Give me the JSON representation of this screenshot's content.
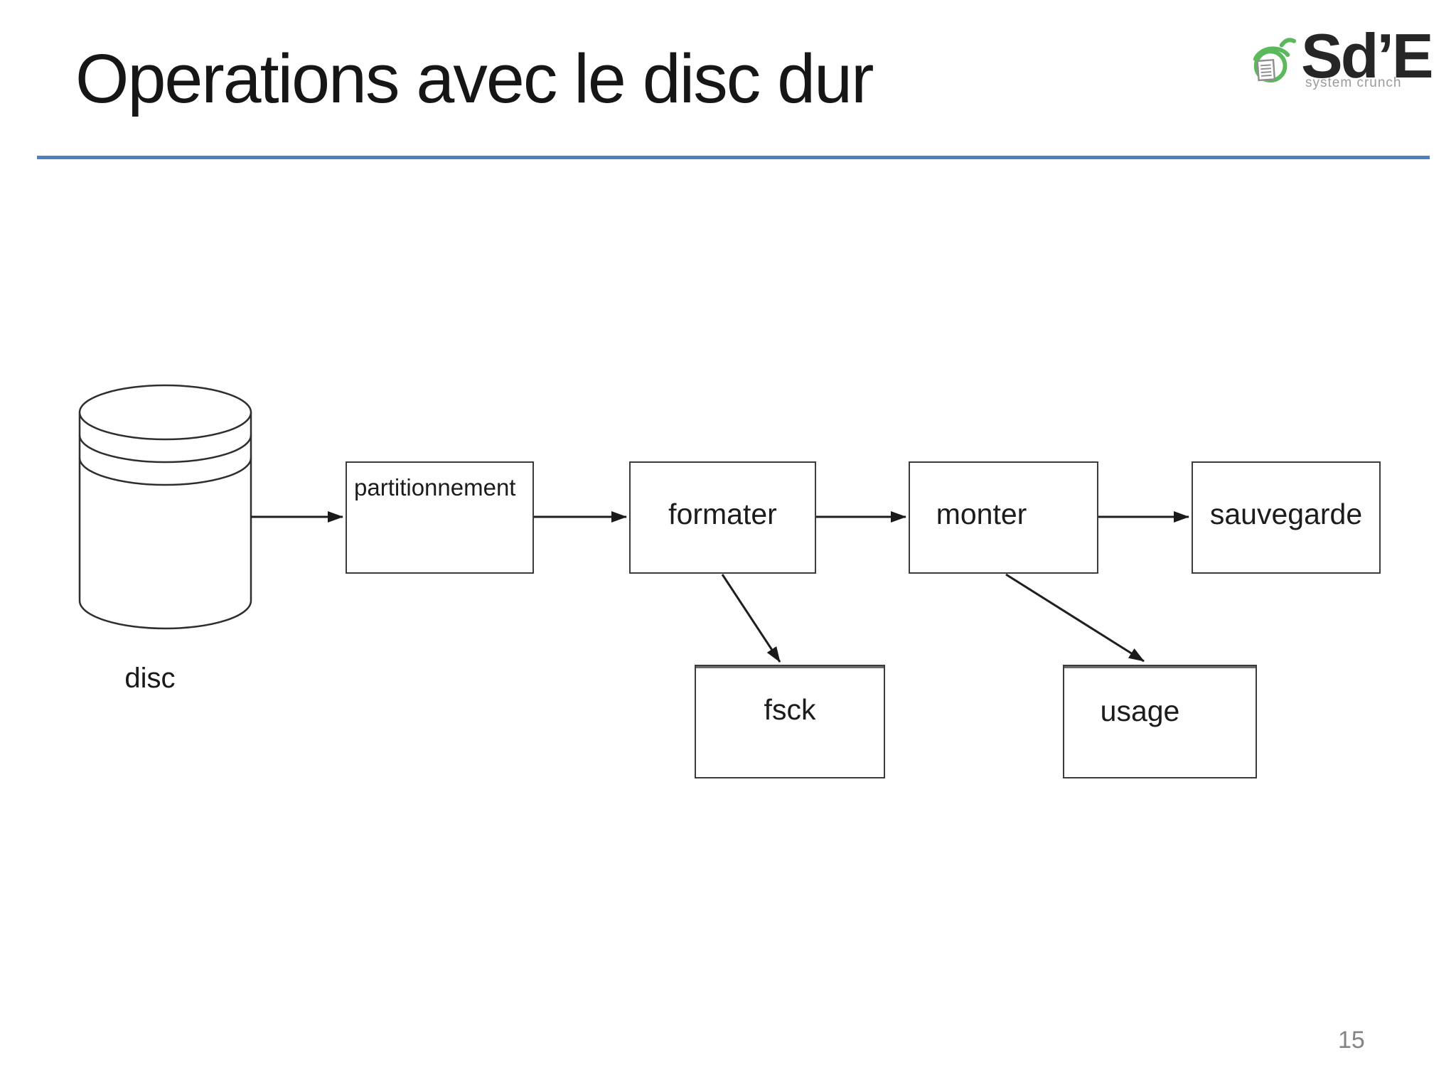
{
  "slide": {
    "title": "Operations avec le disc dur",
    "page_number": "15",
    "accent_color": "#4f81bd",
    "background_color": "#ffffff"
  },
  "logo": {
    "name": "Sd’E",
    "tagline": "system crunch",
    "icon": "acorn-document-icon",
    "icon_color": "#5cb85c",
    "name_color": "#262626",
    "tagline_color": "#9b9b9b"
  },
  "diagram": {
    "source": {
      "label": "disc",
      "shape": "cylinder"
    },
    "nodes": [
      {
        "id": "partitionnement",
        "label": "partitionnement"
      },
      {
        "id": "formater",
        "label": "formater"
      },
      {
        "id": "monter",
        "label": "monter"
      },
      {
        "id": "sauvegarde",
        "label": "sauvegarde"
      },
      {
        "id": "fsck",
        "label": "fsck"
      },
      {
        "id": "usage",
        "label": "usage"
      }
    ],
    "edges": [
      {
        "from": "disc",
        "to": "partitionnement"
      },
      {
        "from": "partitionnement",
        "to": "formater"
      },
      {
        "from": "formater",
        "to": "monter"
      },
      {
        "from": "monter",
        "to": "sauvegarde"
      },
      {
        "from": "formater",
        "to": "fsck"
      },
      {
        "from": "monter",
        "to": "usage"
      }
    ]
  }
}
